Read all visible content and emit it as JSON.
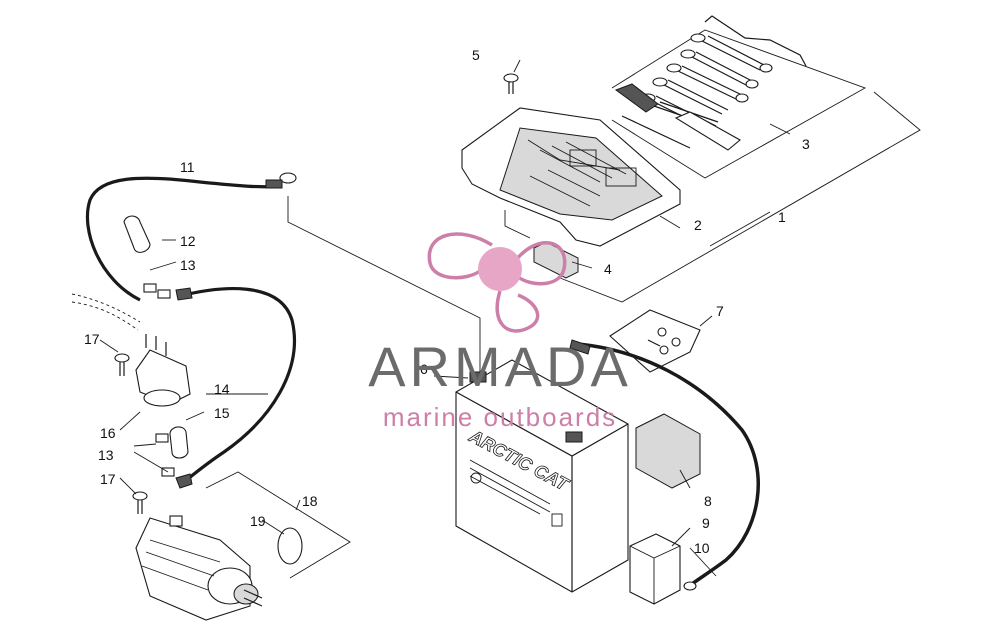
{
  "diagram": {
    "callouts": [
      {
        "id": "1",
        "label": "1"
      },
      {
        "id": "2",
        "label": "2"
      },
      {
        "id": "3",
        "label": "3"
      },
      {
        "id": "4",
        "label": "4"
      },
      {
        "id": "5",
        "label": "5"
      },
      {
        "id": "6",
        "label": "6"
      },
      {
        "id": "7",
        "label": "7"
      },
      {
        "id": "8",
        "label": "8"
      },
      {
        "id": "9",
        "label": "9"
      },
      {
        "id": "10",
        "label": "10"
      },
      {
        "id": "11",
        "label": "11"
      },
      {
        "id": "12",
        "label": "12"
      },
      {
        "id": "13a",
        "label": "13"
      },
      {
        "id": "13b",
        "label": "13"
      },
      {
        "id": "14",
        "label": "14"
      },
      {
        "id": "15",
        "label": "15"
      },
      {
        "id": "16",
        "label": "16"
      },
      {
        "id": "17a",
        "label": "17"
      },
      {
        "id": "17b",
        "label": "17"
      },
      {
        "id": "18",
        "label": "18"
      },
      {
        "id": "19",
        "label": "19"
      }
    ],
    "battery_brand": "ARCTIC CAT",
    "colors": {
      "line": "#1a1a1a",
      "watermark_gray": "#6b6b6b",
      "watermark_pink": "#cc7fa8"
    }
  },
  "watermark": {
    "title": "ARMADA",
    "subtitle": "marine outboards",
    "logo_icon": "propeller-logo-icon"
  }
}
